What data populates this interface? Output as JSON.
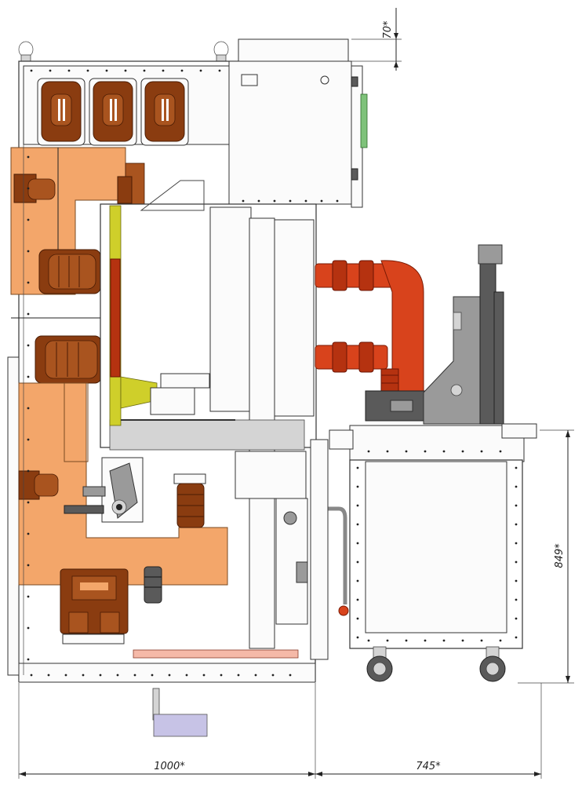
{
  "dimensions": {
    "top_offset": "70*",
    "cart_height": "849*",
    "cabinet_depth": "1000*",
    "cart_depth": "745*"
  },
  "colors": {
    "copper_busbar": "#f3a66a",
    "epoxy_insulator": "#8a3c10",
    "breaker_pole": "#d8431c",
    "line": "#222222"
  }
}
